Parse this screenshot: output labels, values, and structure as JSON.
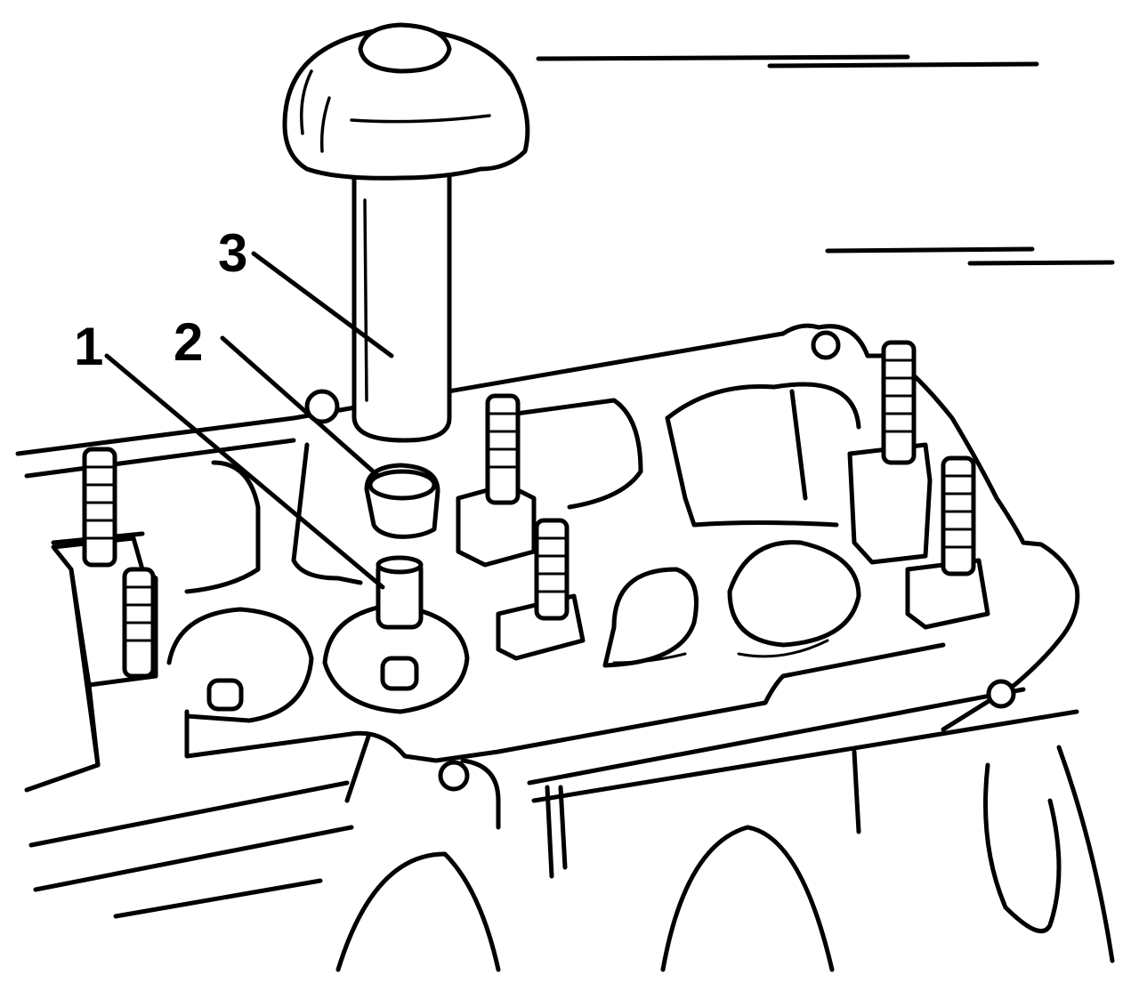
{
  "callouts": [
    {
      "id": "valve-stem",
      "label": "1"
    },
    {
      "id": "valve-stem-seal",
      "label": "2"
    },
    {
      "id": "seal-installer-tool",
      "label": "3"
    }
  ]
}
